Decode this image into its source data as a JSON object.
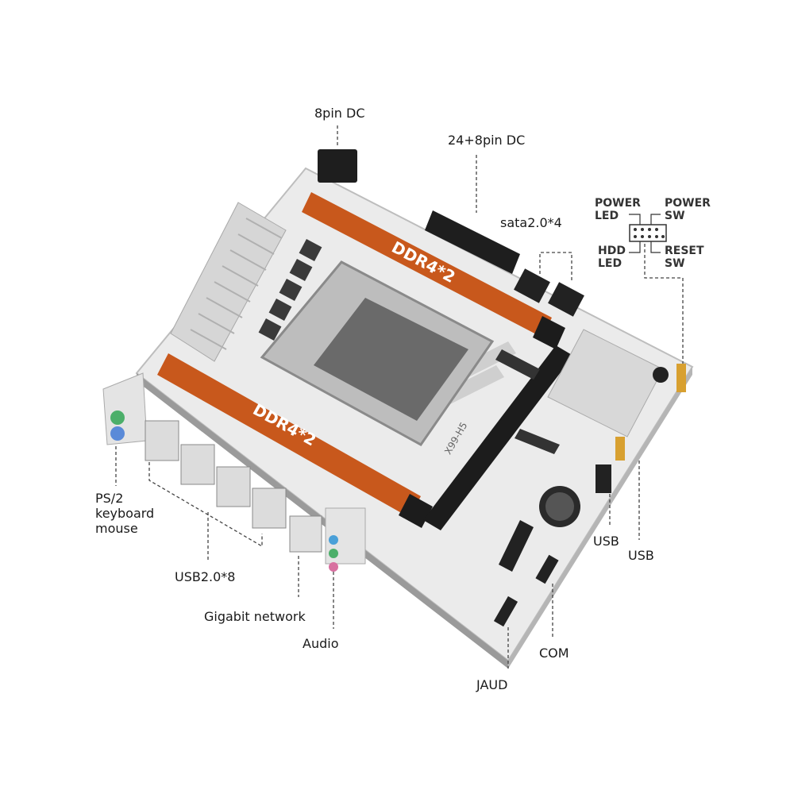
{
  "labels": {
    "pin8_dc": "8pin DC",
    "pin24_8_dc": "24+8pin DC",
    "sata": "sata2.0*4",
    "ps2_line1": "PS/2",
    "ps2_line2": "keyboard",
    "ps2_line3": "mouse",
    "usb20": "USB2.0*8",
    "gigabit": "Gigabit network",
    "audio": "Audio",
    "jaud": "JAUD",
    "com": "COM",
    "usb_a": "USB",
    "usb_b": "USB"
  },
  "front_panel": {
    "power_led": [
      "POWER",
      "LED"
    ],
    "power_sw": [
      "POWER",
      "SW"
    ],
    "hdd_led": [
      "HDD",
      "LED"
    ],
    "reset_sw": [
      "RESET",
      "SW"
    ]
  },
  "board": {
    "dimm_label_top": "DDR4*2",
    "dimm_label_bottom": "DDR4*2",
    "model": "X99-H5",
    "colors": {
      "dimm": "#c8581c",
      "pcb": "#ececec",
      "slot": "#1c1c1c",
      "heatsink": "#d4d4d4"
    }
  }
}
